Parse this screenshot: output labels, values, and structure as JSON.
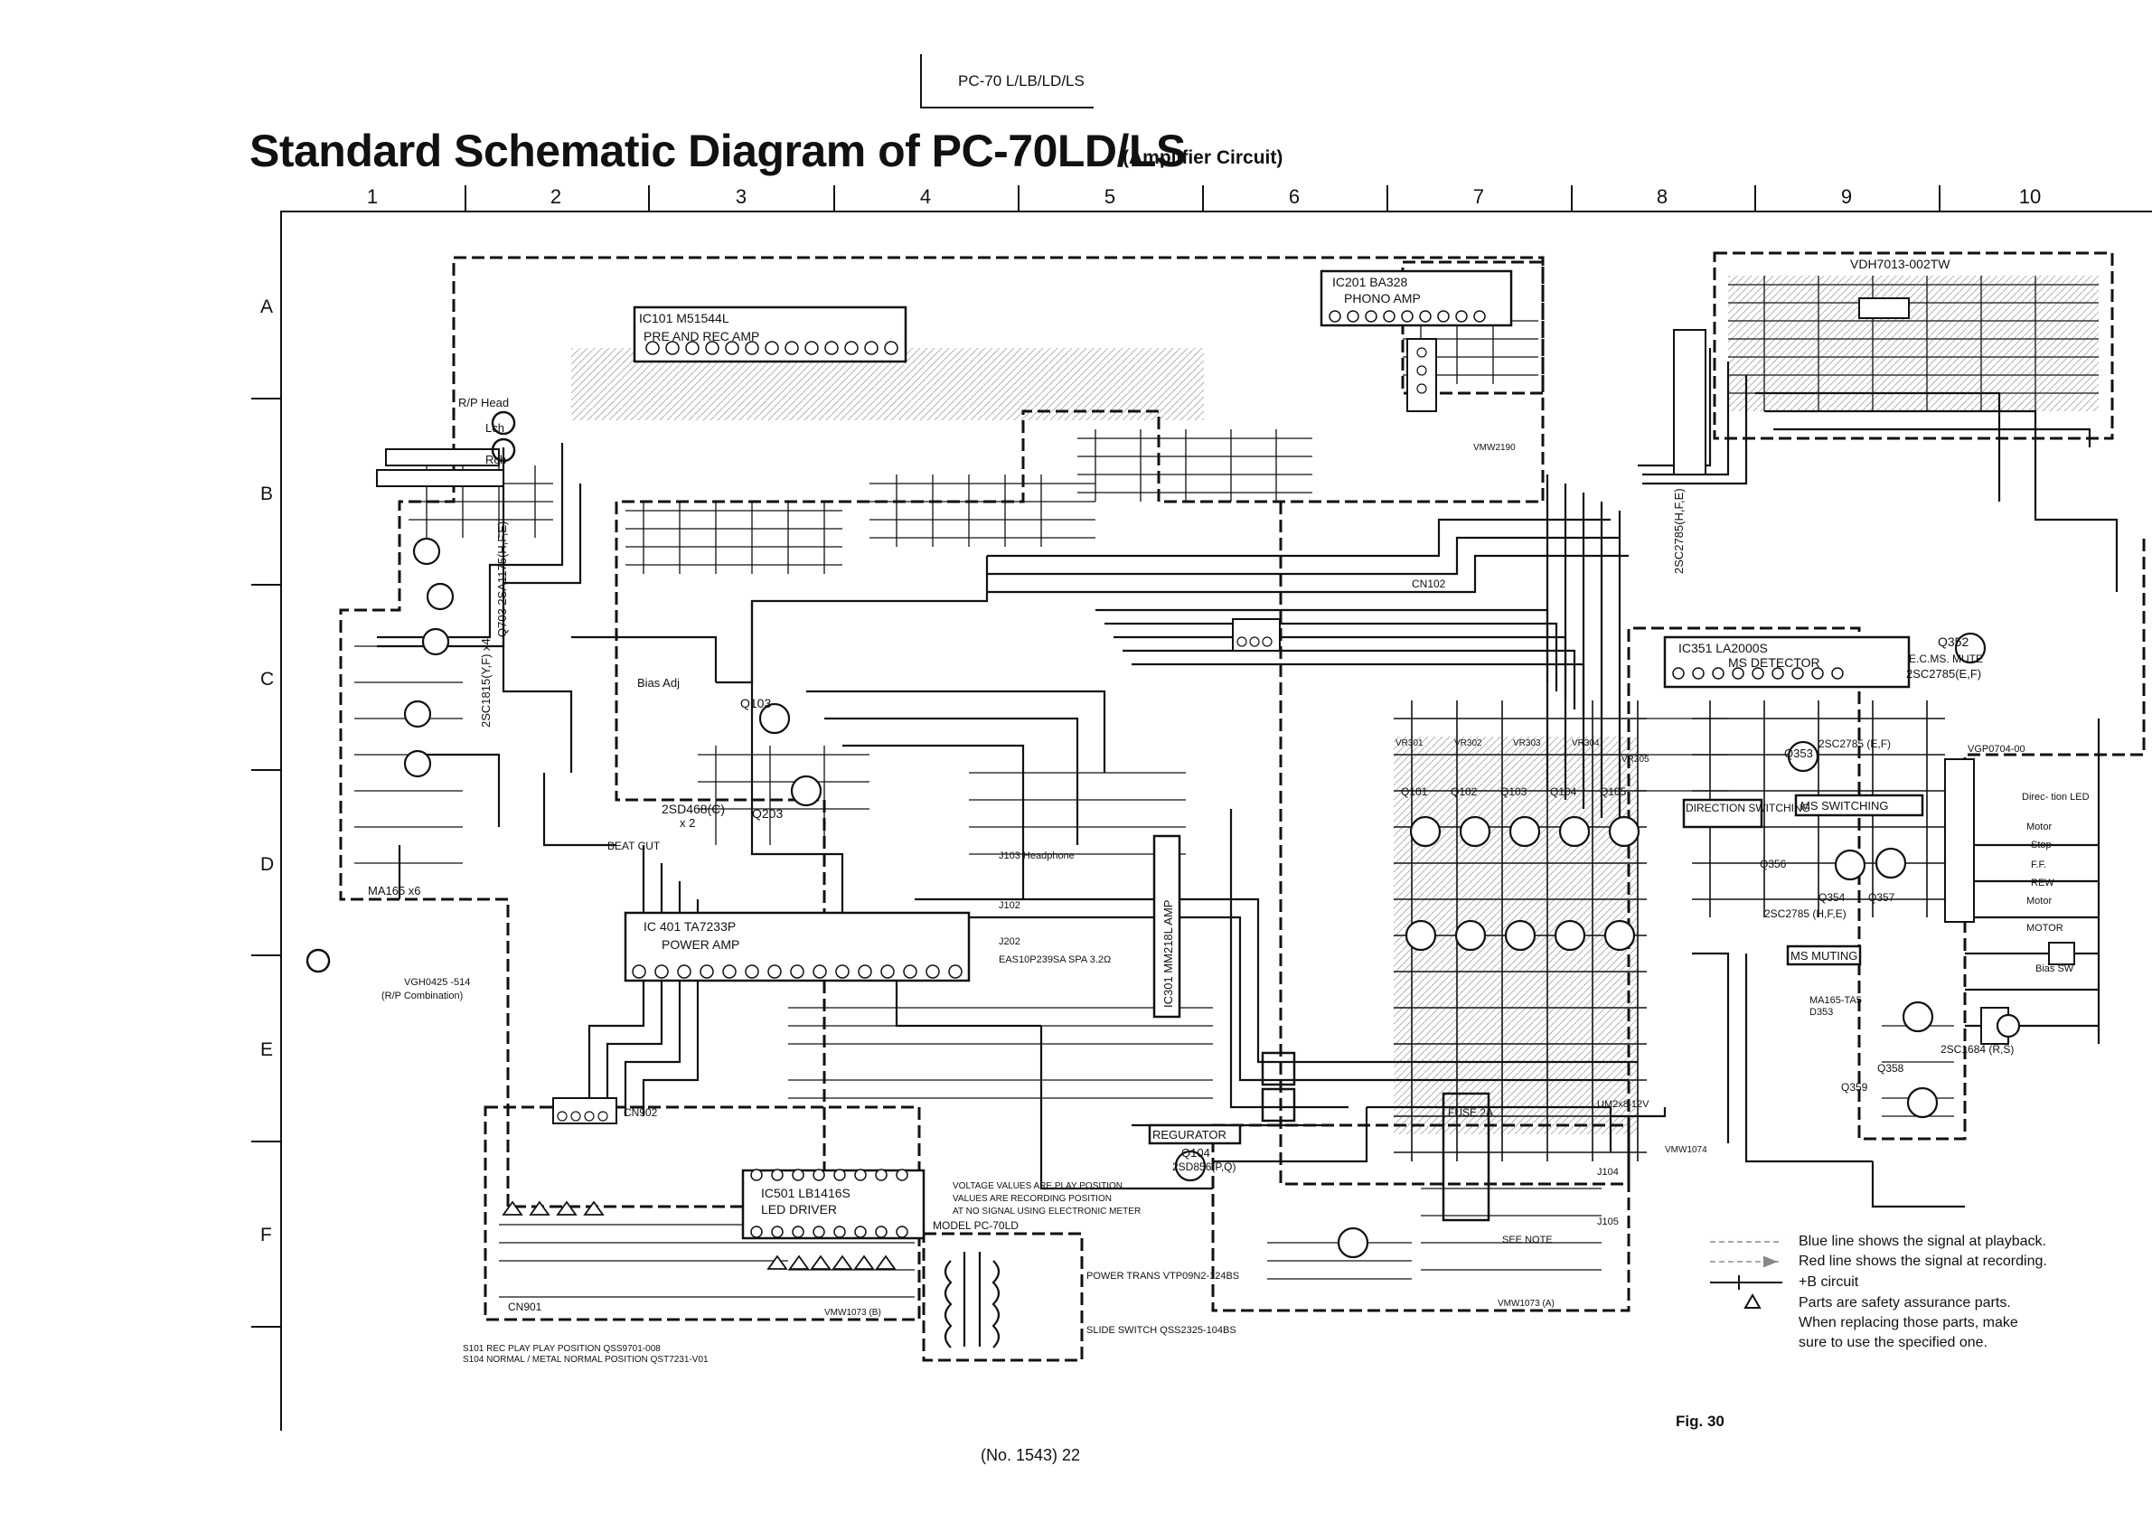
{
  "header": {
    "model_label": "PC-70 L/LB/LD/LS",
    "title": "Standard Schematic Diagram of PC-70LD/LS",
    "subtitle": "(Amplifier Circuit)"
  },
  "grid": {
    "columns": [
      "1",
      "2",
      "3",
      "4",
      "5",
      "6",
      "7",
      "8",
      "9",
      "10"
    ],
    "rows": [
      "A",
      "B",
      "C",
      "D",
      "E",
      "F"
    ]
  },
  "blocks": {
    "ic101": {
      "ref": "IC101  M51544L",
      "name": "PRE AND REC AMP"
    },
    "ic201": {
      "ref": "IC201  BA328",
      "name": "PHONO AMP"
    },
    "ic351": {
      "ref": "IC351  LA2000S",
      "name": "MS DETECTOR"
    },
    "ic401": {
      "ref": "IC 401  TA7233P",
      "name": "POWER AMP"
    },
    "ic501": {
      "ref": "IC501  LB1416S",
      "name": "LED DRIVER"
    },
    "ic301": {
      "ref": "IC301 MM218L AMP"
    },
    "regulator": "REGURATOR",
    "direction": "DIRECTION SWITCHING",
    "ms_switching": "MS SWITCHING",
    "ms_muting": "MS MUTING",
    "ms_mute": "E.C.MS. MUTE",
    "fuse": "FUSE 2A"
  },
  "labels": {
    "vdh": "VDH7013-002TW",
    "q703": "Q703 2SA1175(H,F,E)",
    "q801": "2SC1815(Y,F) x4",
    "head": "R/P Head",
    "lch": "Lch",
    "rch": "Rch",
    "ma165_x6": "MA165  x6",
    "q103": "Q103",
    "q203": "Q203",
    "q2sd": "2SD468(C)",
    "x2": "x 2",
    "bias": "Bias Adj",
    "beat": "BEAT CUT",
    "q352": "Q352",
    "q352t": "2SC2785(E,F)",
    "q353": "Q353",
    "q353t": "2SC2785 (E,F)",
    "q2785_he": "2SC2785 (H,F,E)",
    "q356": "Q356",
    "q354": "Q354",
    "q357": "Q357",
    "q358": "Q358",
    "q359": "Q359",
    "q1684": "2SC1684 (R,S)",
    "q104": "Q104",
    "q104t": "2SD856(P,Q)",
    "cn102": "CN102",
    "cn902": "CN902",
    "cn901": "CN901",
    "vgh": "VGH0425 -514",
    "rp_comb": "(R/P Combination)",
    "j103": "J103 Headphone",
    "j102": "J102",
    "j202": "J202",
    "spa": "EAS10P239SA SPA 3.2Ω",
    "j104": "J104",
    "j105": "J105",
    "um": "UM2x8 12V",
    "model_note": "MODEL PC-70LD",
    "power_trans": "POWER TRANS VTP09N2-124BS",
    "slide_switch": "SLIDE SWITCH QSS2325-104BS",
    "voltage_note_1": "VOLTAGE VALUES ARE PLAY POSITION",
    "voltage_note_2": "VALUES ARE RECORDING POSITION",
    "voltage_note_3": "AT NO SIGNAL USING ELECTRONIC METER",
    "s101_note": "S101  REC PLAY    PLAY POSITION QSS9701-008",
    "s104_note": "S104  NORMAL / METAL   NORMAL POSITION  QST7231-V01",
    "vmw1073b": "VMW1073 (B)",
    "vmw1073a": "VMW1073 (A)",
    "vmw1074": "VMW1074",
    "vmw2190": "VMW2190",
    "q101": "Q101",
    "q102": "Q102",
    "q103b": "Q103",
    "q104b": "Q104",
    "q105": "Q105",
    "vr301": "VR301",
    "vr302": "VR302",
    "vr303": "VR303",
    "vr304": "VR304",
    "vr305": "VR305",
    "motor1": "Motor",
    "stop": "Stop",
    "rew": "REW",
    "ff": "F.F.",
    "motor2": "Motor",
    "motor_m": "MOTOR",
    "bias_sw": "Bias SW",
    "direc_led": "Direc- tion LED",
    "q2sc2785_vert": "2SC2785(H,F,E)",
    "vgp": "VGP0704-00",
    "ma165_ta5": "MA165-TA5",
    "d353": "D353",
    "see_note": "SEE NOTE"
  },
  "legend": {
    "blue": "Blue line shows the signal at playback.",
    "red": "Red line shows the signal at recording.",
    "b": "+B circuit",
    "safety1": "Parts are safety assurance parts.",
    "safety2": "When replacing those parts, make",
    "safety3": "sure to use the specified one."
  },
  "footer": {
    "fig": "Fig. 30",
    "page": "(No. 1543)  22"
  }
}
